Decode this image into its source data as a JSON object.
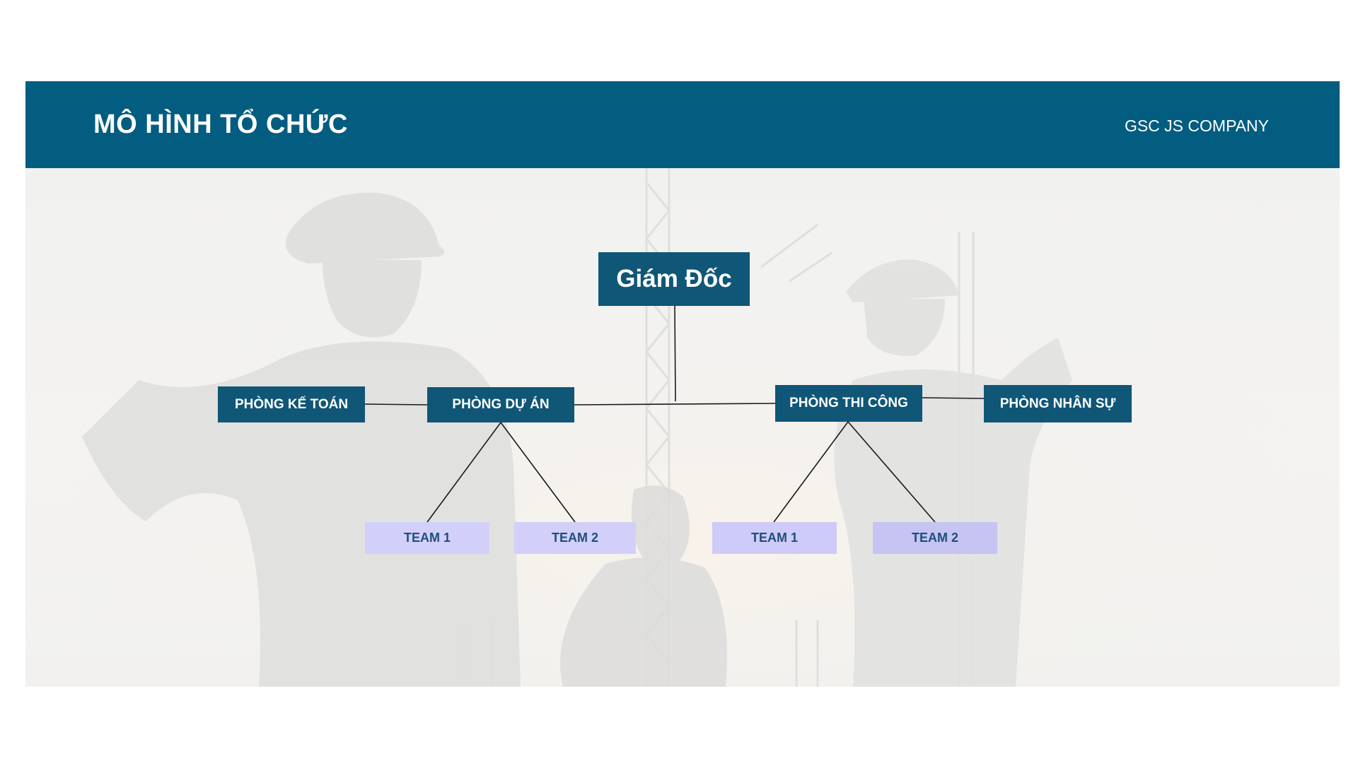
{
  "header": {
    "title": "MÔ HÌNH TỔ CHỨC",
    "company": "GSC JS COMPANY"
  },
  "colors": {
    "header_bg": "#035d80",
    "node_dark": "#0f5677",
    "team_fill_light": "#d2cdfb",
    "team_fill_mid": "#c5c3f2",
    "team_text": "#1d4f7a"
  },
  "org_chart": {
    "director": "Giám Đốc",
    "departments": [
      {
        "label": "PHÒNG KẾ TOÁN",
        "teams": []
      },
      {
        "label": "PHÒNG DỰ ÁN",
        "teams": [
          "TEAM 1",
          "TEAM 2"
        ]
      },
      {
        "label": "PHÒNG THI CÔNG",
        "teams": [
          "TEAM 1",
          "TEAM 2"
        ]
      },
      {
        "label": "PHÒNG NHÂN SỰ",
        "teams": []
      }
    ]
  }
}
